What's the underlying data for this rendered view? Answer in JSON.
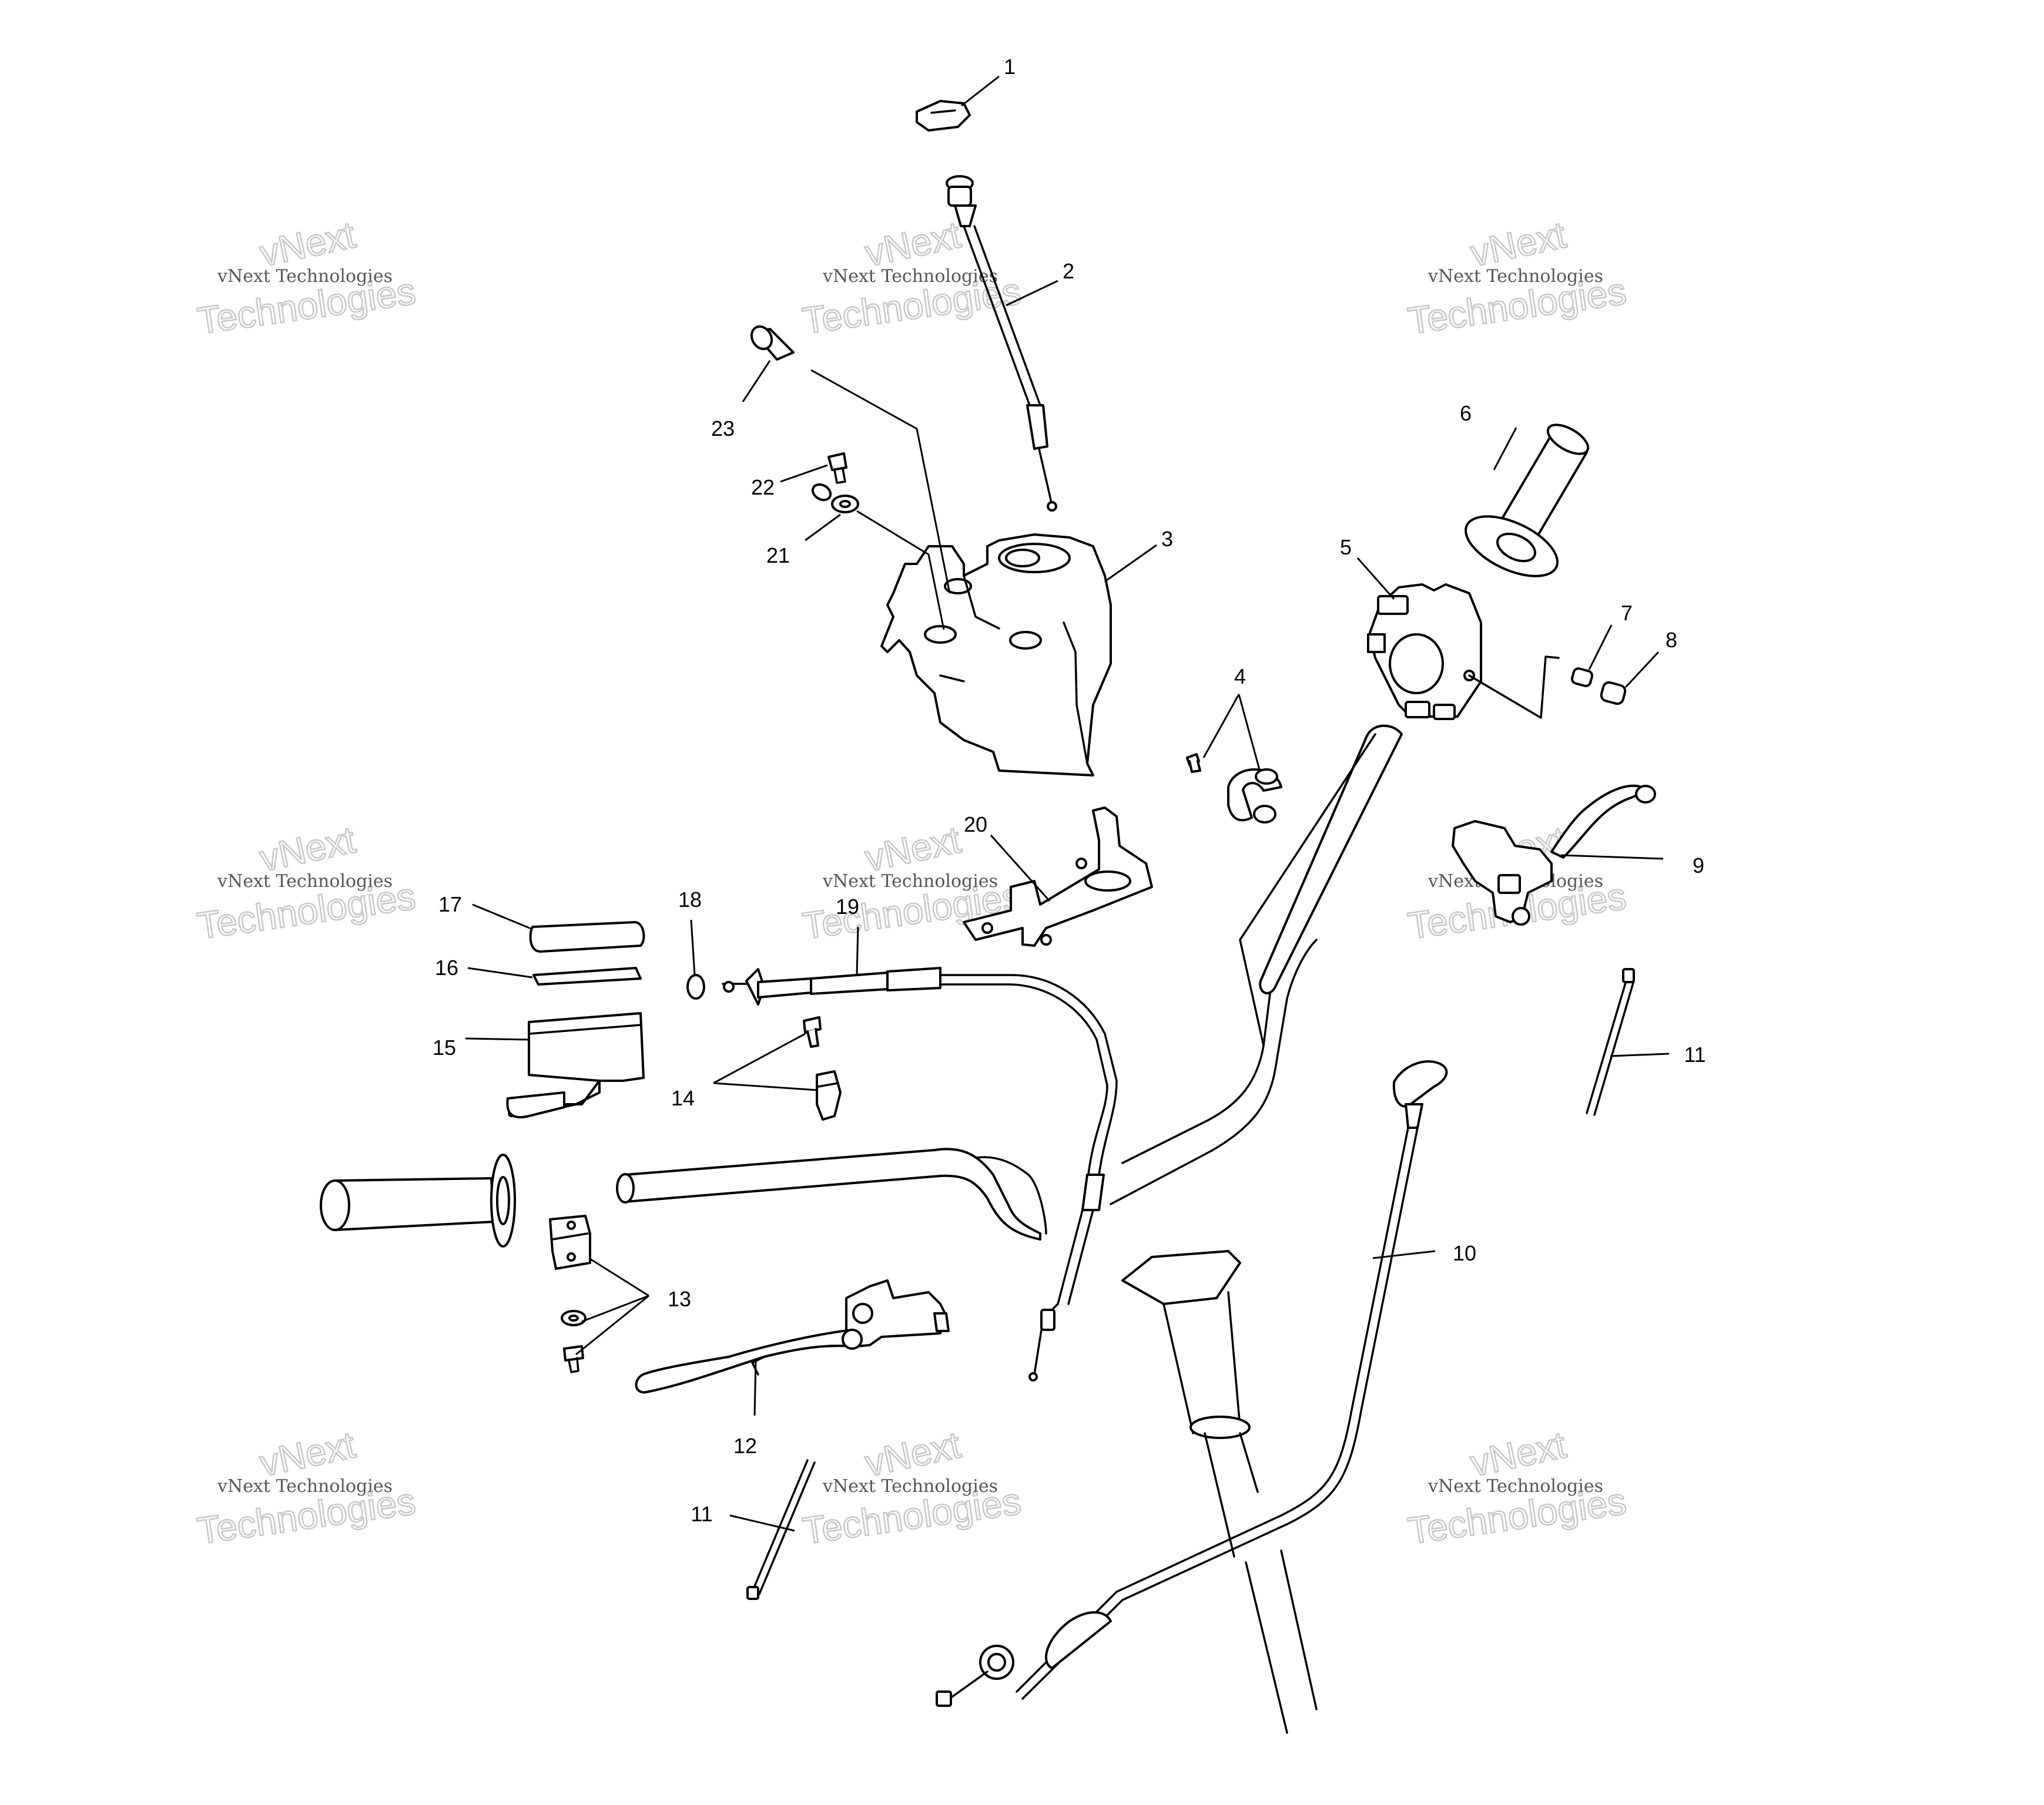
{
  "watermark": {
    "line1": "vNext",
    "line2": "vNext Technologies",
    "line3": "Technologies"
  },
  "callouts": [
    {
      "id": "c1",
      "label": "1"
    },
    {
      "id": "c2",
      "label": "2"
    },
    {
      "id": "c3",
      "label": "3"
    },
    {
      "id": "c4",
      "label": "4"
    },
    {
      "id": "c5",
      "label": "5"
    },
    {
      "id": "c6",
      "label": "6"
    },
    {
      "id": "c7",
      "label": "7"
    },
    {
      "id": "c8",
      "label": "8"
    },
    {
      "id": "c9",
      "label": "9"
    },
    {
      "id": "c10",
      "label": "10"
    },
    {
      "id": "c11a",
      "label": "11"
    },
    {
      "id": "c11b",
      "label": "11"
    },
    {
      "id": "c12",
      "label": "12"
    },
    {
      "id": "c13",
      "label": "13"
    },
    {
      "id": "c14",
      "label": "14"
    },
    {
      "id": "c15",
      "label": "15"
    },
    {
      "id": "c16",
      "label": "16"
    },
    {
      "id": "c17",
      "label": "17"
    },
    {
      "id": "c18",
      "label": "18"
    },
    {
      "id": "c19",
      "label": "19"
    },
    {
      "id": "c20",
      "label": "20"
    },
    {
      "id": "c21",
      "label": "21"
    },
    {
      "id": "c22",
      "label": "22"
    },
    {
      "id": "c23",
      "label": "23"
    }
  ]
}
